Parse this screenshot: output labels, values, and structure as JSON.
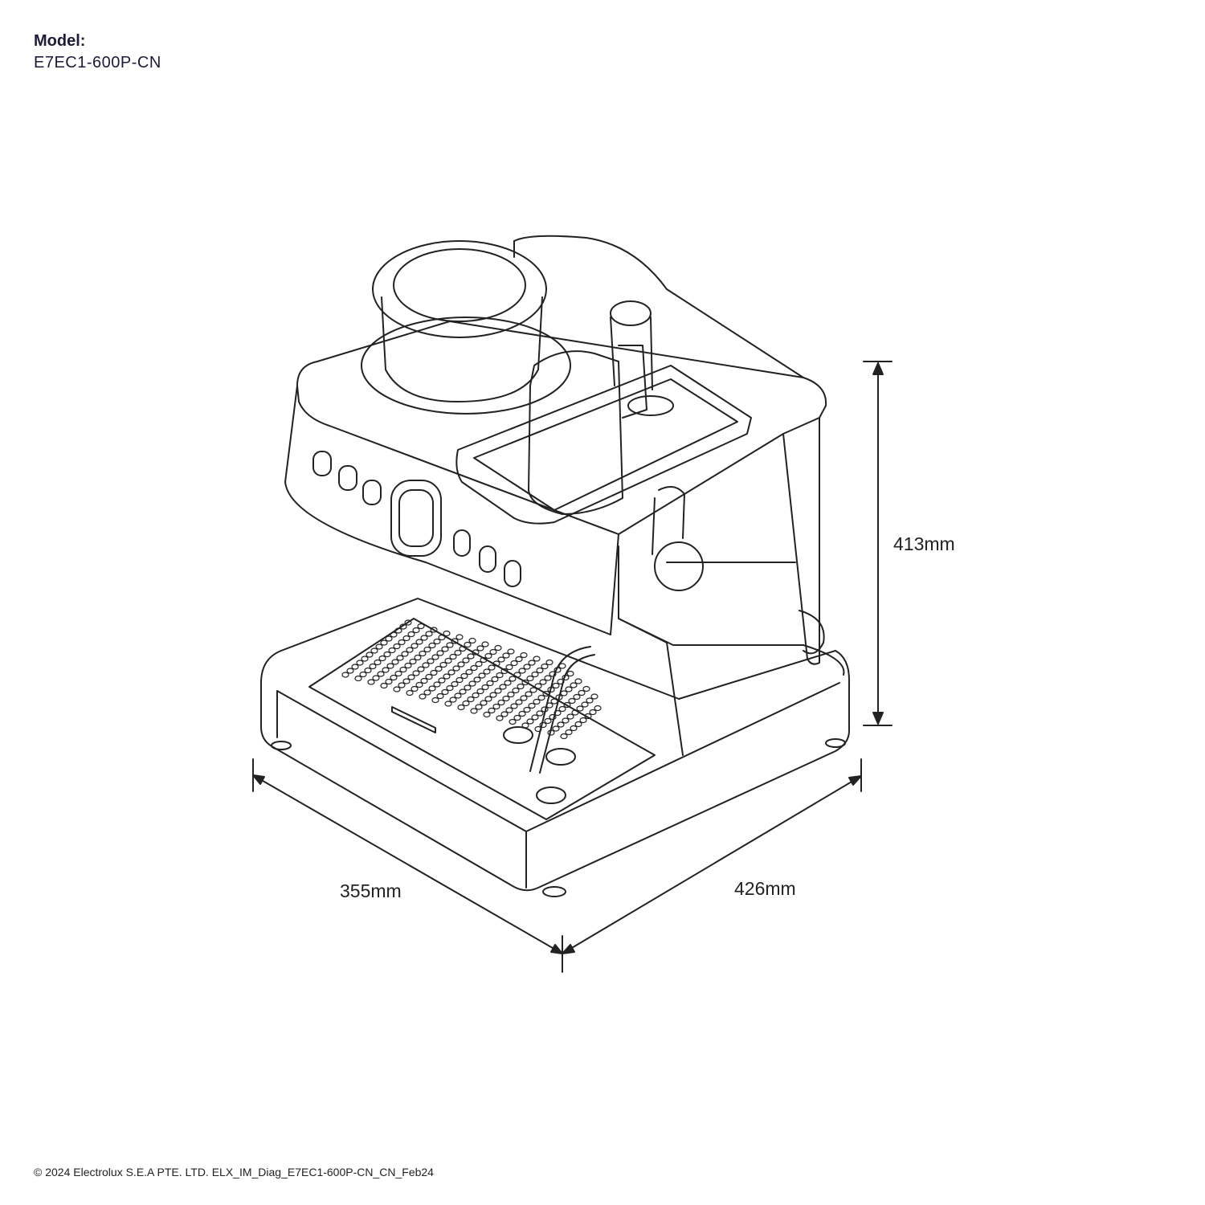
{
  "header": {
    "model_label": "Model:",
    "model_value": "E7EC1-600P-CN"
  },
  "dimensions": {
    "height": "413mm",
    "depth": "355mm",
    "width": "426mm"
  },
  "footer": {
    "copyright": "© 2024 Electrolux S.E.A PTE. LTD. ELX_IM_Diag_E7EC1-600P-CN_CN_Feb24"
  },
  "colors": {
    "text": "#1b1b3a",
    "line": "#222222"
  }
}
